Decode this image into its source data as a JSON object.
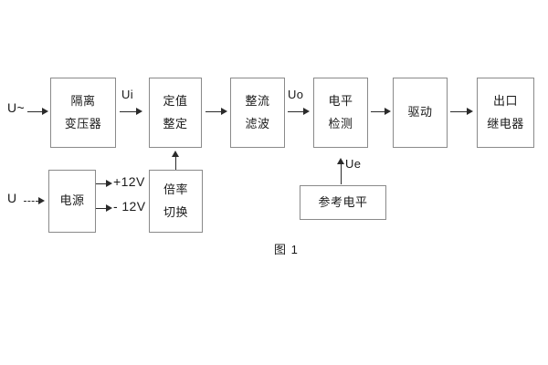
{
  "figure": {
    "caption": "图 1",
    "background": "#ffffff",
    "box_border_color": "#8a8a8a",
    "line_color": "#2b2b2b"
  },
  "signals": {
    "input_ac": "U~",
    "input_dc": "U",
    "ui": "Ui",
    "uo": "Uo",
    "ue": "Ue",
    "rail_positive": "+12V",
    "rail_negative": "- 12V"
  },
  "blocks": {
    "isolation_transformer": {
      "line1": "隔离",
      "line2": "变压器"
    },
    "value_setting": {
      "line1": "定值",
      "line2": "整定"
    },
    "rectify_filter": {
      "line1": "整流",
      "line2": "滤波"
    },
    "level_detection": {
      "line1": "电平",
      "line2": "检测"
    },
    "drive": {
      "line1": "驱动"
    },
    "output_relay": {
      "line1": "出口",
      "line2": "继电器"
    },
    "power_supply": {
      "line1": "电源"
    },
    "multiplier_switch": {
      "line1": "倍率",
      "line2": "切换"
    },
    "reference_level": {
      "line1": "参考电平"
    }
  },
  "chart_data": {
    "type": "diagram",
    "title": "图 1",
    "nodes": [
      {
        "id": "isolation_transformer",
        "label": "隔离变压器",
        "row": "top",
        "index": 1
      },
      {
        "id": "value_setting",
        "label": "定值整定",
        "row": "top",
        "index": 2
      },
      {
        "id": "rectify_filter",
        "label": "整流滤波",
        "row": "top",
        "index": 3
      },
      {
        "id": "level_detection",
        "label": "电平检测",
        "row": "top",
        "index": 4
      },
      {
        "id": "drive",
        "label": "驱动",
        "row": "top",
        "index": 5
      },
      {
        "id": "output_relay",
        "label": "出口继电器",
        "row": "top",
        "index": 6
      },
      {
        "id": "power_supply",
        "label": "电源",
        "row": "bottom",
        "index": 1
      },
      {
        "id": "multiplier_switch",
        "label": "倍率切换",
        "row": "bottom",
        "index": 2
      },
      {
        "id": "reference_level",
        "label": "参考电平",
        "row": "bottom",
        "index": 3
      }
    ],
    "edges": [
      {
        "from": "U~",
        "to": "isolation_transformer",
        "label": ""
      },
      {
        "from": "isolation_transformer",
        "to": "value_setting",
        "label": "Ui"
      },
      {
        "from": "value_setting",
        "to": "rectify_filter",
        "label": ""
      },
      {
        "from": "rectify_filter",
        "to": "level_detection",
        "label": "Uo"
      },
      {
        "from": "level_detection",
        "to": "drive",
        "label": ""
      },
      {
        "from": "drive",
        "to": "output_relay",
        "label": ""
      },
      {
        "from": "U",
        "to": "power_supply",
        "label": "",
        "style": "dashed"
      },
      {
        "from": "power_supply",
        "to": "+12V",
        "label": "+12V"
      },
      {
        "from": "power_supply",
        "to": "- 12V",
        "label": "- 12V"
      },
      {
        "from": "multiplier_switch",
        "to": "value_setting",
        "label": "",
        "direction": "up"
      },
      {
        "from": "reference_level",
        "to": "level_detection",
        "label": "Ue",
        "direction": "up"
      }
    ]
  }
}
